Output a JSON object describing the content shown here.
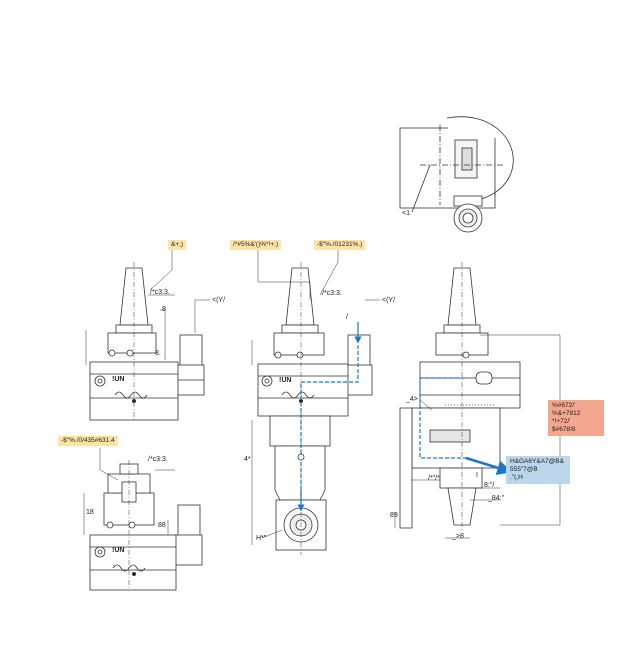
{
  "tags": {
    "a": "&+,)",
    "b": "/*#5%&'()%*!+.)",
    "c": "-$\"%./01231%.)",
    "d": "-$\"%./0/435#631.4"
  },
  "red_note": [
    "%#672/'",
    "%&+7812",
    "*!+72/'",
    "$#678!8"
  ],
  "blue_note": [
    "H&GA6Y&A7@B&",
    "555\"7@B",
    ".\"(,H"
  ],
  "brand": "!UN",
  "dims": {
    "c3": "/*c3:3.",
    "side_arrow": "<(Y/",
    "d8": "8",
    "d8p": "8.",
    "d18": "18",
    "d88": "88",
    "hstar": "H*\"",
    "four": "4*",
    "under4": "_4>",
    "slash": "/",
    "bar_i": "I",
    "t8a": "8:\"/",
    "t84": "_84:\"",
    "t89": "89",
    "tgt8": "_>8",
    "lt1": "<1",
    "pp": "/*\"/*"
  },
  "colors": {
    "coolant": "#1f77c4",
    "outline": "#333333",
    "tag_yellow": "#fde3a7",
    "tag_red": "#f4a78f",
    "tag_blue": "#bcd6ec"
  }
}
